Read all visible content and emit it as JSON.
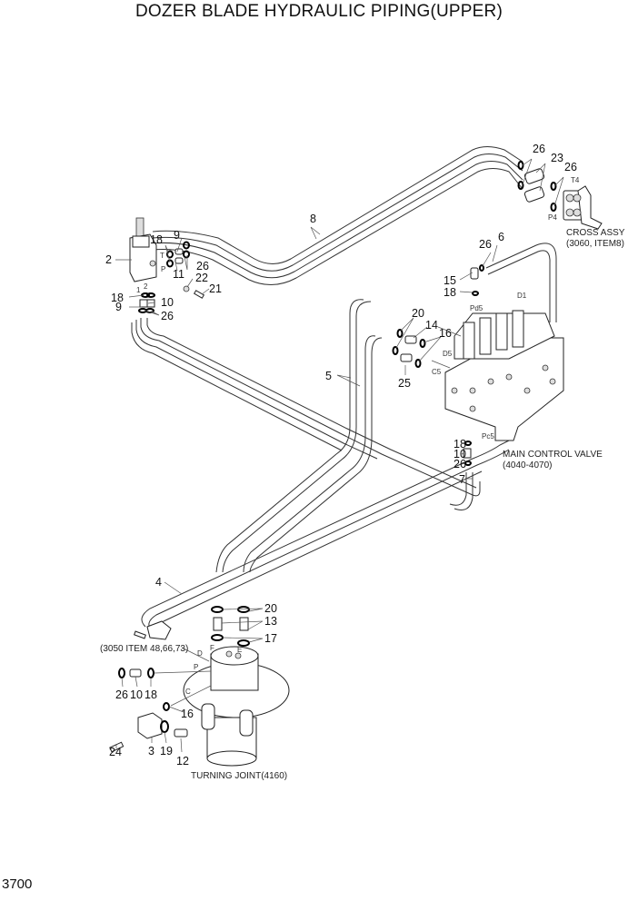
{
  "title": "DOZER BLADE HYDRAULIC PIPING(UPPER)",
  "page_number": "3700",
  "assemblies": {
    "cross_assy": [
      "CROSS ASSY",
      "(3060, ITEM8)"
    ],
    "main_control_valve": [
      "MAIN CONTROL VALVE",
      "(4040-4070)"
    ],
    "turning_joint": "TURNING JOINT(4160)",
    "ref_3050": "(3050 ITEM 48,66,73)"
  },
  "port_labels": {
    "T": "T",
    "P": "P",
    "p1": "1",
    "p2": "2",
    "T4": "T4",
    "P4": "P4",
    "D1": "D1",
    "Pd5": "Pd5",
    "D5": "D5",
    "C5": "C5",
    "Pc5": "Pc5",
    "F": "F",
    "E": "E",
    "D": "D",
    "P_tj": "P",
    "C": "C"
  },
  "callouts": [
    {
      "id": "c26a",
      "text": "26"
    },
    {
      "id": "c23",
      "text": "23"
    },
    {
      "id": "c26b",
      "text": "26"
    },
    {
      "id": "c8",
      "text": "8"
    },
    {
      "id": "c2",
      "text": "2"
    },
    {
      "id": "c18a",
      "text": "18"
    },
    {
      "id": "c9a",
      "text": "9"
    },
    {
      "id": "c26c",
      "text": "26"
    },
    {
      "id": "c11",
      "text": "11"
    },
    {
      "id": "c22",
      "text": "22"
    },
    {
      "id": "c21",
      "text": "21"
    },
    {
      "id": "c18b",
      "text": "18"
    },
    {
      "id": "c10a",
      "text": "10"
    },
    {
      "id": "c9b",
      "text": "9"
    },
    {
      "id": "c26d",
      "text": "26"
    },
    {
      "id": "c26e",
      "text": "26"
    },
    {
      "id": "c6",
      "text": "6"
    },
    {
      "id": "c15",
      "text": "15"
    },
    {
      "id": "c18c",
      "text": "18"
    },
    {
      "id": "c20a",
      "text": "20"
    },
    {
      "id": "c14",
      "text": "14"
    },
    {
      "id": "c16a",
      "text": "16"
    },
    {
      "id": "c5",
      "text": "5"
    },
    {
      "id": "c25",
      "text": "25"
    },
    {
      "id": "c18d",
      "text": "18"
    },
    {
      "id": "c10b",
      "text": "10"
    },
    {
      "id": "c26f",
      "text": "26"
    },
    {
      "id": "c7",
      "text": "7"
    },
    {
      "id": "c4",
      "text": "4"
    },
    {
      "id": "c20b",
      "text": "20"
    },
    {
      "id": "c13",
      "text": "13"
    },
    {
      "id": "c17",
      "text": "17"
    },
    {
      "id": "c26g",
      "text": "26"
    },
    {
      "id": "c10c",
      "text": "10"
    },
    {
      "id": "c18e",
      "text": "18"
    },
    {
      "id": "c16b",
      "text": "16"
    },
    {
      "id": "c24",
      "text": "24"
    },
    {
      "id": "c3",
      "text": "3"
    },
    {
      "id": "c19",
      "text": "19"
    },
    {
      "id": "c12",
      "text": "12"
    }
  ]
}
